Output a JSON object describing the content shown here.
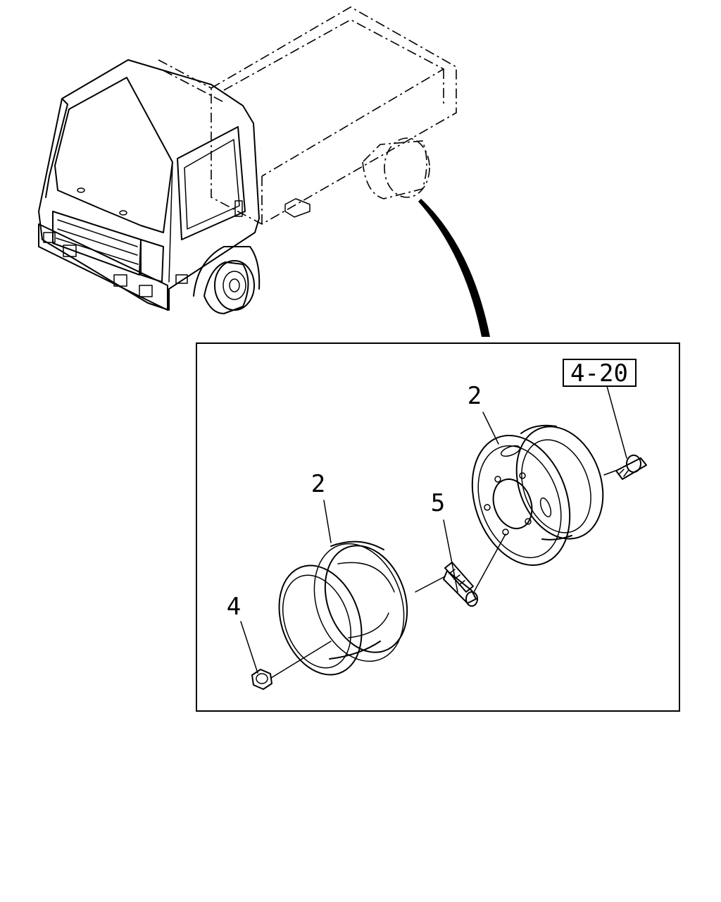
{
  "diagram": {
    "callouts": [
      {
        "id": "rim-front",
        "label": "2"
      },
      {
        "id": "rim-rear",
        "label": "2"
      },
      {
        "id": "hub-bolt",
        "label": "5"
      },
      {
        "id": "wheel-nut",
        "label": "4"
      }
    ],
    "reference": {
      "label": "4-20"
    }
  }
}
